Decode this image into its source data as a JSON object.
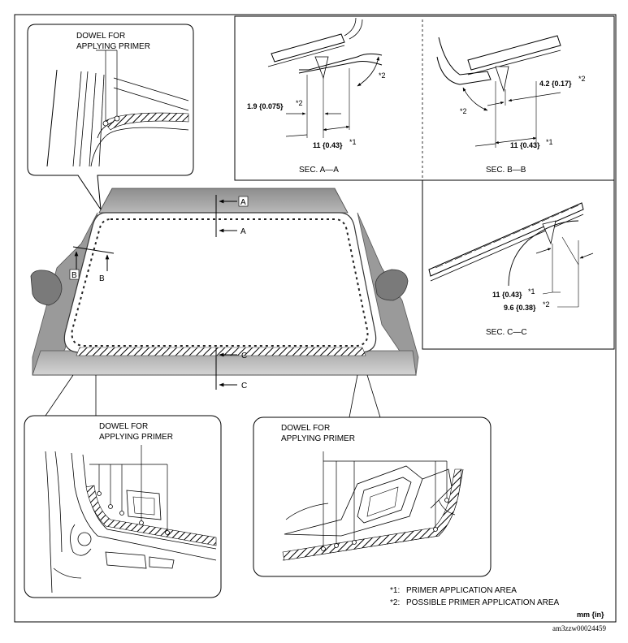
{
  "callouts": {
    "top_left": {
      "line1": "DOWEL FOR",
      "line2": "APPLYING PRIMER"
    },
    "bottom_left": {
      "line1": "DOWEL FOR",
      "line2": "APPLYING PRIMER"
    },
    "bottom_right": {
      "line1": "DOWEL FOR",
      "line2": "APPLYING PRIMER"
    }
  },
  "sections": {
    "aa": {
      "title": "SEC. A—A",
      "dim_primer": "11 {0.43}",
      "dim_primer_mark": "*1",
      "dim_possible": "1.9 {0.075}",
      "dim_possible_mark": "*2",
      "angle_mark": "*2"
    },
    "bb": {
      "title": "SEC. B—B",
      "dim_primer": "11 {0.43}",
      "dim_primer_mark": "*1",
      "dim_possible": "4.2 {0.17}",
      "dim_possible_mark": "*2",
      "angle_mark": "*2"
    },
    "cc": {
      "title": "SEC. C—C",
      "dim_primer": "11 {0.43}",
      "dim_primer_mark": "*1",
      "dim_possible": "9.6 {0.38}",
      "dim_possible_mark": "*2"
    }
  },
  "cut_tags": {
    "a": "A",
    "b": "B",
    "c": "C"
  },
  "legend": {
    "note1_mark": "*1:",
    "note1_text": "PRIMER APPLICATION AREA",
    "note2_mark": "*2:",
    "note2_text": "POSSIBLE PRIMER APPLICATION AREA",
    "units": "mm {in}"
  },
  "reference_code": "am3zzw00024459"
}
